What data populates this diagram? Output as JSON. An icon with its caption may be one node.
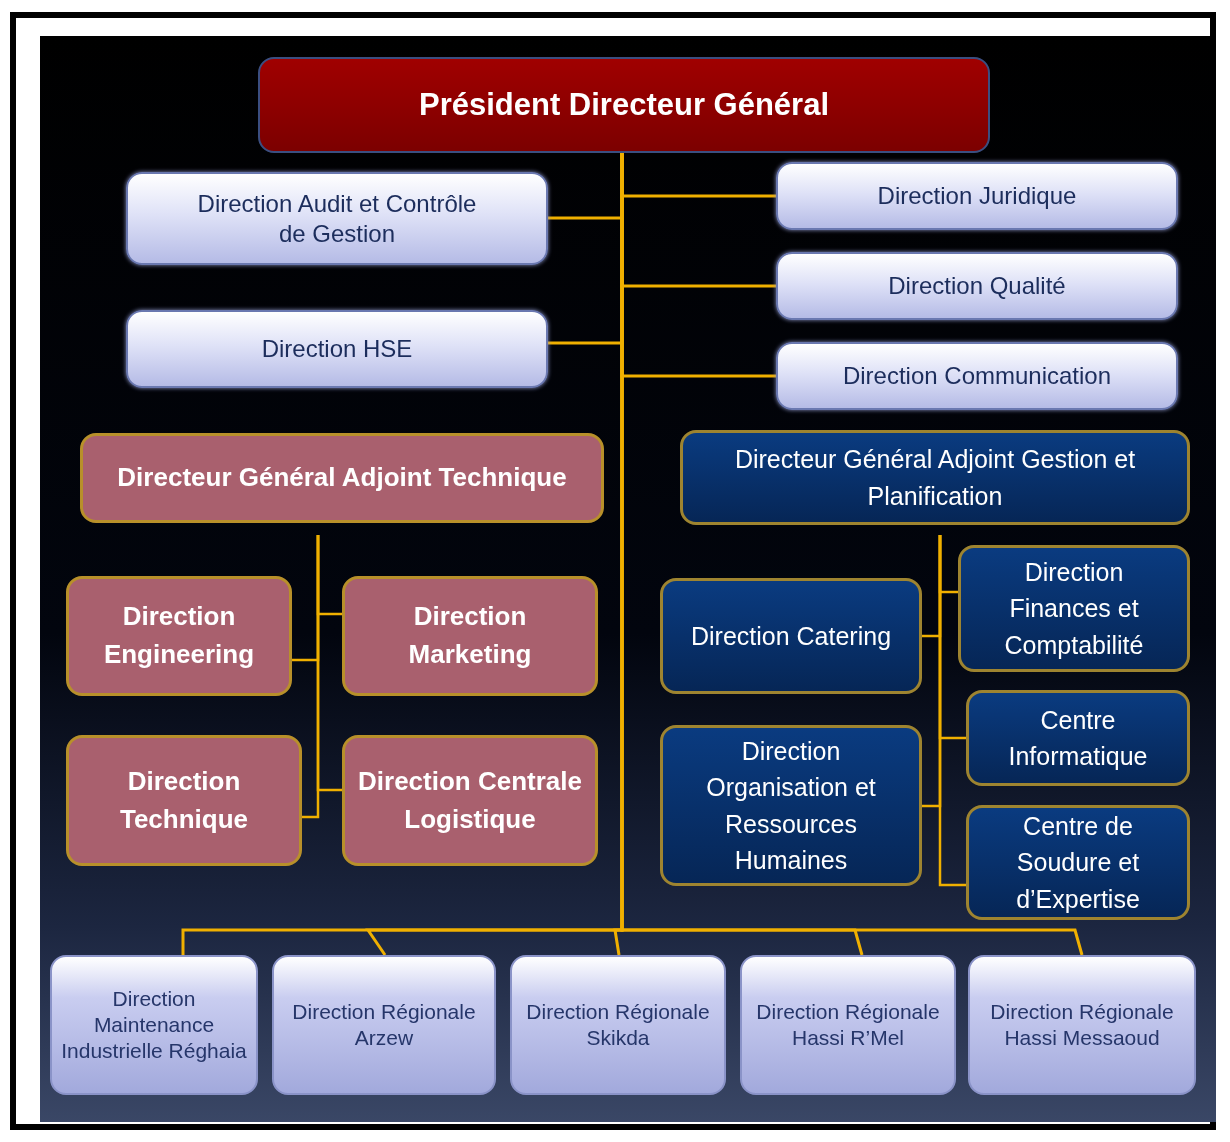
{
  "diagram": {
    "nodes": [
      {
        "text": [
          "Président Directeur Général"
        ]
      },
      {
        "text": [
          "Direction Audit et Contrôle de Gestion"
        ]
      },
      {
        "text": [
          "Direction Juridique"
        ]
      },
      {
        "text": [
          "Direction Qualité"
        ]
      },
      {
        "text": [
          "Direction HSE"
        ]
      },
      {
        "text": [
          "Direction Communication"
        ]
      },
      {
        "text": [
          "Directeur Général Adjoint Technique"
        ]
      },
      {
        "text": [
          "Directeur Général Adjoint Gestion et Planification"
        ]
      },
      {
        "text": [
          "Direction Engineering"
        ]
      },
      {
        "text": [
          "Direction Marketing"
        ]
      },
      {
        "text": [
          "Direction Catering"
        ]
      },
      {
        "text": [
          "Direction Finances et Comptabilité"
        ]
      },
      {
        "text": [
          "Direction Technique"
        ]
      },
      {
        "text": [
          "Direction Centrale Logistique"
        ]
      },
      {
        "text": [
          "Direction Organisation et Ressources Humaines"
        ]
      },
      {
        "text": [
          "Centre Informatique"
        ]
      },
      {
        "text": [
          "Centre de Soudure et d’Expertise"
        ]
      },
      {
        "text": [
          "Direction Maintenance Industrielle Réghaia"
        ]
      },
      {
        "text": [
          "Direction Régionale Arzew"
        ]
      },
      {
        "text": [
          "Direction Régionale Skikda"
        ]
      },
      {
        "text": [
          "Direction Régionale Hassi R’Mel"
        ]
      },
      {
        "text": [
          "Direction Régionale Hassi Messaoud"
        ]
      }
    ],
    "edges": [
      {
        "from": 0,
        "to": 1,
        "arrow": "none"
      },
      {
        "from": 0,
        "to": 2,
        "arrow": "none"
      },
      {
        "from": 0,
        "to": 3,
        "arrow": "none"
      },
      {
        "from": 0,
        "to": 4,
        "arrow": "none"
      },
      {
        "from": 0,
        "to": 5,
        "arrow": "none"
      },
      {
        "from": 6,
        "to": 8,
        "arrow": "none"
      },
      {
        "from": 6,
        "to": 9,
        "arrow": "none"
      },
      {
        "from": 6,
        "to": 12,
        "arrow": "none"
      },
      {
        "from": 6,
        "to": 13,
        "arrow": "none"
      },
      {
        "from": 7,
        "to": 10,
        "arrow": "none"
      },
      {
        "from": 7,
        "to": 11,
        "arrow": "none"
      },
      {
        "from": 7,
        "to": 14,
        "arrow": "none"
      },
      {
        "from": 7,
        "to": 15,
        "arrow": "none"
      },
      {
        "from": 7,
        "to": 16,
        "arrow": "none"
      },
      {
        "from": 0,
        "to": 17,
        "arrow": "none"
      },
      {
        "from": 0,
        "to": 18,
        "arrow": "none"
      },
      {
        "from": 0,
        "to": 19,
        "arrow": "none"
      },
      {
        "from": 0,
        "to": 20,
        "arrow": "none"
      },
      {
        "from": 0,
        "to": 21,
        "arrow": "none"
      }
    ]
  }
}
